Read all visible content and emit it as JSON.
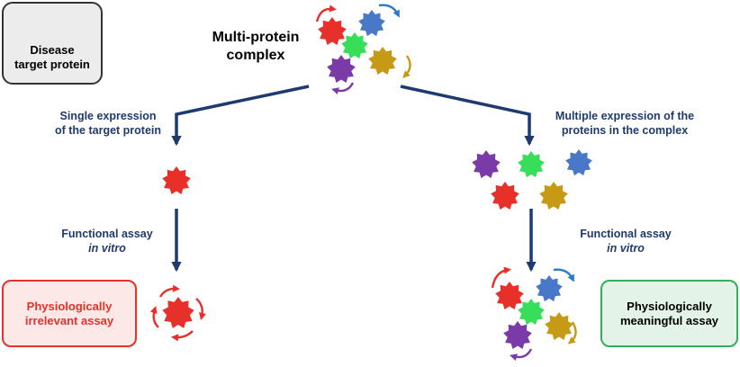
{
  "legend": {
    "line1": "Disease",
    "line2": "target protein"
  },
  "complex_title": {
    "line1": "Multi-protein",
    "line2": "complex"
  },
  "left_branch": {
    "label_line1": "Single expression",
    "label_line2": "of the target protein",
    "assay_line1": "Functional assay",
    "assay_line2": "in vitro",
    "result_line1": "Physiologically",
    "result_line2": "irrelevant assay"
  },
  "right_branch": {
    "label_line1": "Multiple expression of the",
    "label_line2": "proteins in the complex",
    "assay_line1": "Functional assay",
    "assay_line2": "in vitro",
    "result_line1": "Physiologically",
    "result_line2": "meaningful assay"
  },
  "colors": {
    "red": "#e8302a",
    "blue": "#4a78c8",
    "green": "#37de5a",
    "purple": "#7a3aa8",
    "gold": "#c79a16",
    "arrow": "#1f3a6e"
  }
}
